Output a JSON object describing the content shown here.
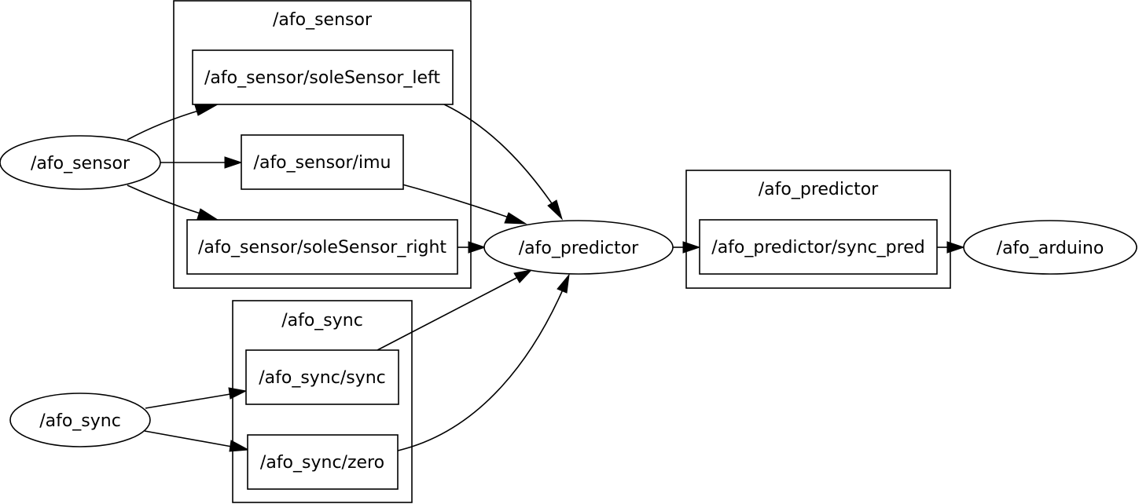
{
  "graph": {
    "clusters": {
      "afo_sensor": {
        "label": "/afo_sensor"
      },
      "afo_sync": {
        "label": "/afo_sync"
      },
      "afo_predictor": {
        "label": "/afo_predictor"
      }
    },
    "nodes": {
      "afo_sensor": {
        "label": "/afo_sensor"
      },
      "afo_sync": {
        "label": "/afo_sync"
      },
      "afo_predictor": {
        "label": "/afo_predictor"
      },
      "afo_arduino": {
        "label": "/afo_arduino"
      }
    },
    "topics": {
      "sole_left": {
        "label": "/afo_sensor/soleSensor_left"
      },
      "imu": {
        "label": "/afo_sensor/imu"
      },
      "sole_right": {
        "label": "/afo_sensor/soleSensor_right"
      },
      "sync_sync": {
        "label": "/afo_sync/sync"
      },
      "sync_zero": {
        "label": "/afo_sync/zero"
      },
      "sync_pred": {
        "label": "/afo_predictor/sync_pred"
      }
    },
    "edges": [
      {
        "from": "/afo_sensor",
        "to": "/afo_sensor/soleSensor_left"
      },
      {
        "from": "/afo_sensor",
        "to": "/afo_sensor/imu"
      },
      {
        "from": "/afo_sensor",
        "to": "/afo_sensor/soleSensor_right"
      },
      {
        "from": "/afo_sensor/soleSensor_left",
        "to": "/afo_predictor"
      },
      {
        "from": "/afo_sensor/imu",
        "to": "/afo_predictor"
      },
      {
        "from": "/afo_sensor/soleSensor_right",
        "to": "/afo_predictor"
      },
      {
        "from": "/afo_sync",
        "to": "/afo_sync/sync"
      },
      {
        "from": "/afo_sync",
        "to": "/afo_sync/zero"
      },
      {
        "from": "/afo_sync/sync",
        "to": "/afo_predictor"
      },
      {
        "from": "/afo_sync/zero",
        "to": "/afo_predictor"
      },
      {
        "from": "/afo_predictor",
        "to": "/afo_predictor/sync_pred"
      },
      {
        "from": "/afo_predictor/sync_pred",
        "to": "/afo_arduino"
      }
    ]
  }
}
